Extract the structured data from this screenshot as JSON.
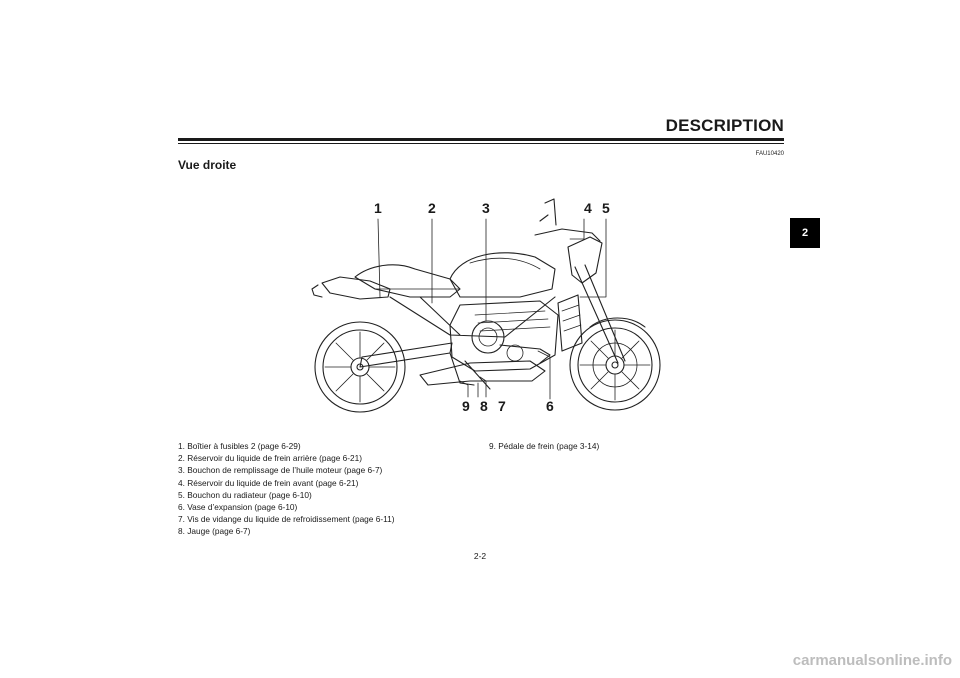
{
  "header": {
    "title": "DESCRIPTION",
    "code": "FAU10420"
  },
  "section": {
    "title": "Vue droite"
  },
  "chapter_tab": "2",
  "figure": {
    "callouts": [
      "1",
      "2",
      "3",
      "4",
      "5",
      "6",
      "7",
      "8",
      "9"
    ]
  },
  "legend": [
    "1. Boîtier à fusibles 2 (page 6-29)",
    "2. Réservoir du liquide de frein arrière (page 6-21)",
    "3. Bouchon de remplissage de l’huile moteur (page 6-7)",
    "4. Réservoir du liquide de frein avant (page 6-21)",
    "5. Bouchon du radiateur (page 6-10)",
    "6. Vase d’expansion (page 6-10)",
    "7. Vis de vidange du liquide de refroidissement (page 6-11)",
    "8. Jauge (page 6-7)",
    "9. Pédale de frein (page 3-14)"
  ],
  "page_number": "2-2",
  "footer": "carmanualsonline.info"
}
